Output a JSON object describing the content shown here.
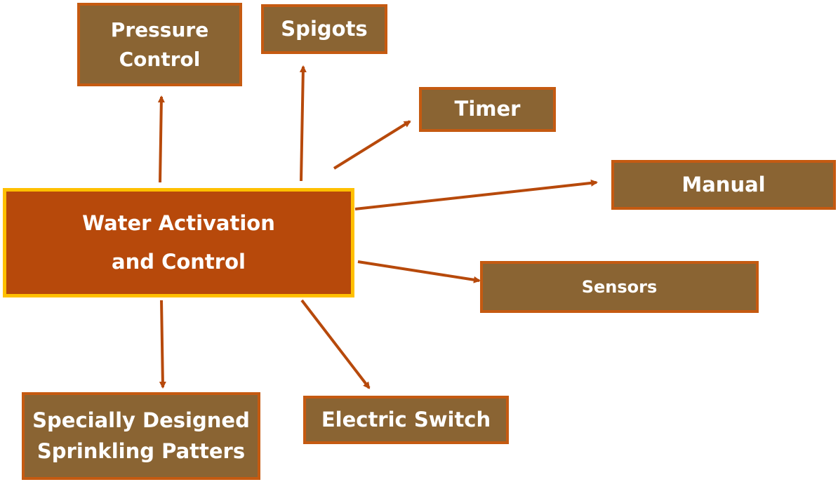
{
  "diagram": {
    "center_node": {
      "label": "Water Activation\nand Control"
    },
    "nodes": {
      "pressure_control": {
        "label": "Pressure\nControl"
      },
      "spigots": {
        "label": "Spigots"
      },
      "timer": {
        "label": "Timer"
      },
      "manual": {
        "label": "Manual"
      },
      "sensors": {
        "label": "Sensors"
      },
      "electric_switch": {
        "label": "Electric Switch"
      },
      "sprinkling_patterns": {
        "label": "Specially Designed\nSprinkling Patters"
      }
    },
    "colors": {
      "node_fill": "#8a6433",
      "node_border": "#c55a11",
      "center_fill": "#b7490b",
      "center_border": "#ffc000",
      "arrow": "#b7490b",
      "text": "#ffffff"
    }
  }
}
